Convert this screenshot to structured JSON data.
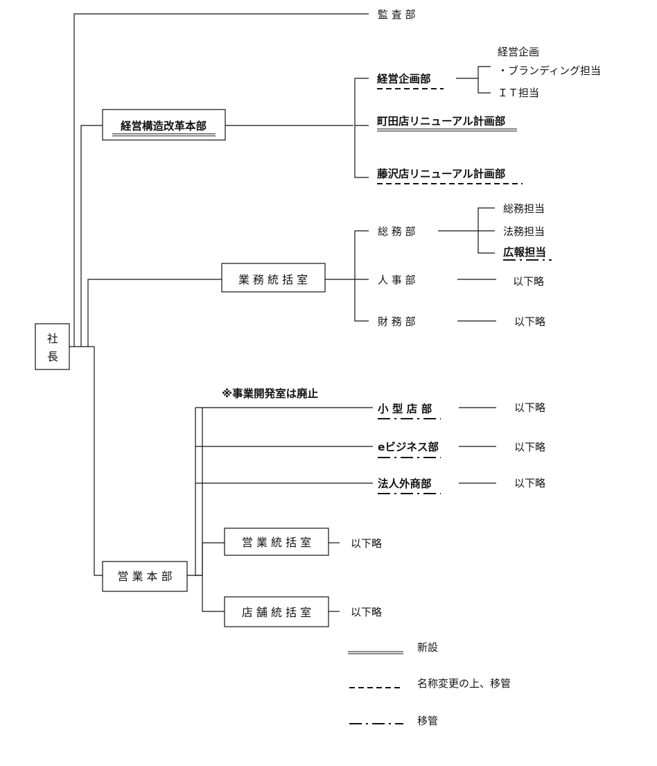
{
  "nodes": {
    "president": [
      "社",
      "長"
    ],
    "audit": "監 査 部",
    "restructure_hq": "経営構造改革本部",
    "planning_dept": "経営企画部",
    "planning_sub": [
      "経営企画",
      "・ブランディング担当",
      "ＩＴ担当"
    ],
    "machida": "町田店リニューアル計画部",
    "fujisawa": "藤沢店リニューアル計画部",
    "ops_office": "業 務 統 括 室",
    "general_affairs": "総 務 部",
    "ga_sub": [
      "総務担当",
      "法務担当",
      "広報担当"
    ],
    "hr": "人 事 部",
    "finance": "財 務 部",
    "note": "※事業開発室は廃止",
    "small_store": "小 型 店 部",
    "ebiz": "eビジネス部",
    "corporate_sales": "法人外商部",
    "sales_hq": "営 業 本 部",
    "sales_office": "営 業 統 括 室",
    "store_office": "店 舗 統 括 室",
    "omitted": "以下略"
  },
  "legend": [
    {
      "style": "double",
      "label": "新設"
    },
    {
      "style": "dashed",
      "label": "名称変更の上、移管"
    },
    {
      "style": "dashdot",
      "label": "移管"
    }
  ]
}
